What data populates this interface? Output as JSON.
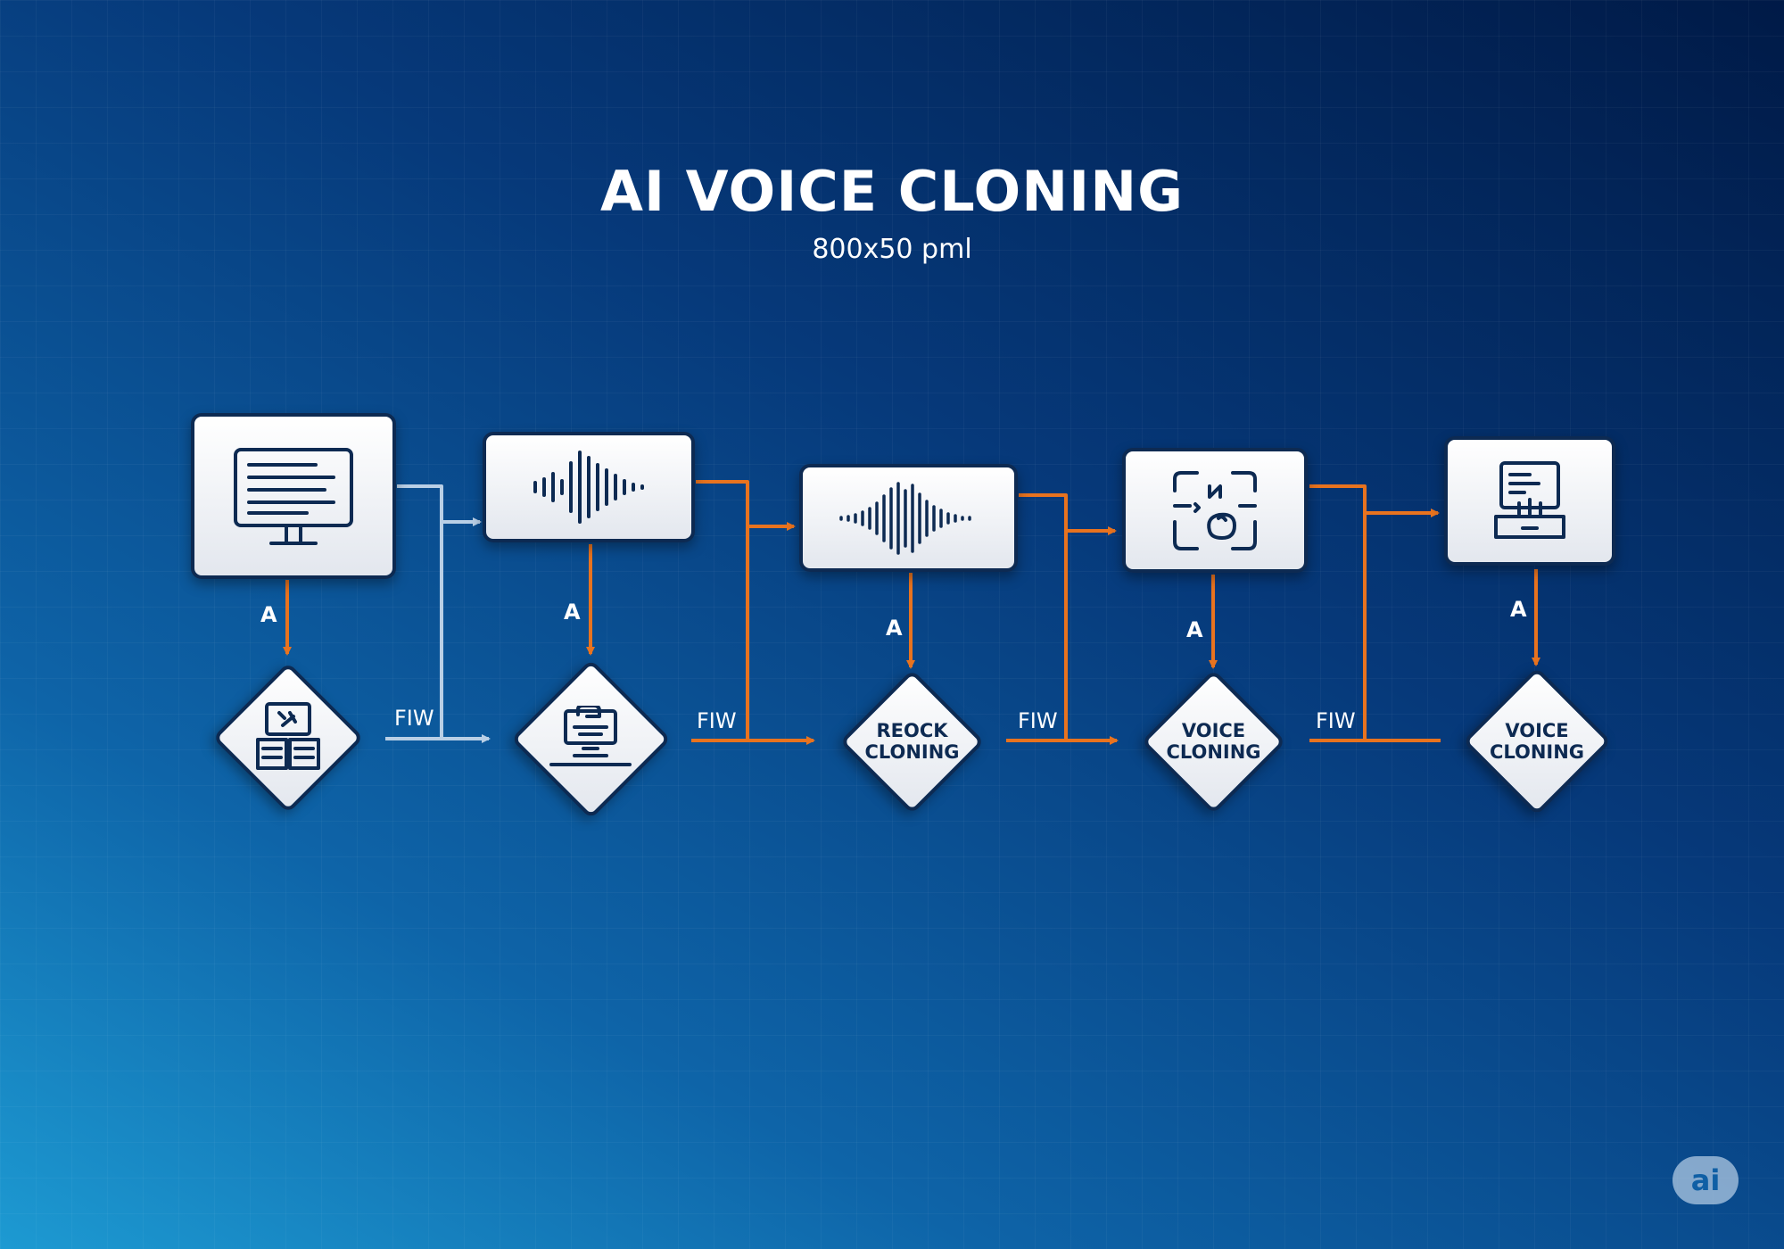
{
  "header": {
    "title": "AI VOICE CLONING",
    "subtitle": "800x50 pml"
  },
  "boxes": [
    {
      "id": "box-1",
      "icon": "monitor-text-icon"
    },
    {
      "id": "box-2",
      "icon": "sound-wave-icon"
    },
    {
      "id": "box-3",
      "icon": "sound-wave-icon"
    },
    {
      "id": "box-4",
      "icon": "face-scan-icon"
    },
    {
      "id": "box-5",
      "icon": "laptop-code-icon"
    }
  ],
  "diamonds": [
    {
      "id": "diamond-1",
      "icon": "open-book-icon",
      "label": ""
    },
    {
      "id": "diamond-2",
      "icon": "laptop-user-icon",
      "label": ""
    },
    {
      "id": "diamond-3",
      "icon": "",
      "label_line1": "REOCK",
      "label_line2": "CLONING"
    },
    {
      "id": "diamond-4",
      "icon": "",
      "label_line1": "VOICE",
      "label_line2": "CLONING"
    },
    {
      "id": "diamond-5",
      "icon": "",
      "label_line1": "VOICE",
      "label_line2": "CLONING"
    }
  ],
  "vertical_labels": [
    "A",
    "A",
    "A",
    "A",
    "A"
  ],
  "flow_labels": [
    "FIW",
    "FIW",
    "FIW",
    "FIW"
  ],
  "badge": "ai",
  "colors": {
    "accent_orange": "#e8731f",
    "connector_light": "#b9cfe6",
    "node_border": "#0d2a52",
    "background_top": "#001a47",
    "background_bottom": "#1d9ad2"
  }
}
